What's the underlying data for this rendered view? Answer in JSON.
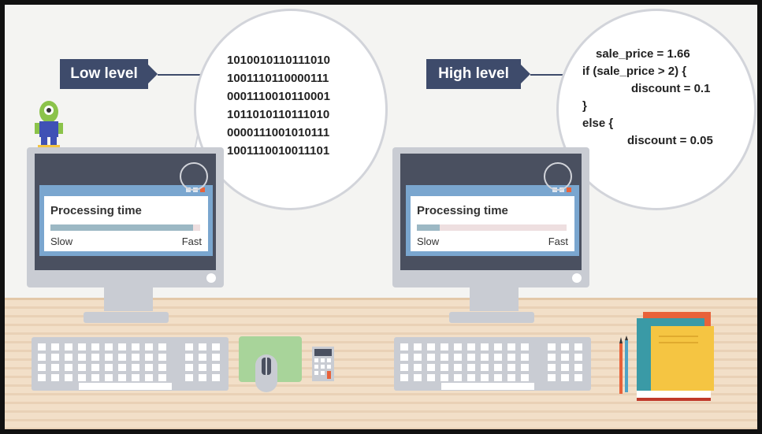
{
  "left_panel": {
    "label": "Low level",
    "code_lines": [
      "1010010110111010",
      "1001110110000111",
      "0001110010110001",
      "1011010110111010",
      "0000111001010111",
      "1001110010011101"
    ],
    "window": {
      "title": "Processing time",
      "slow_label": "Slow",
      "fast_label": "Fast",
      "progress": 0.95
    }
  },
  "right_panel": {
    "label": "High level",
    "code_lines": [
      "sale_price = 1.66",
      "if (sale_price > 2) {",
      "discount = 0.1",
      "}",
      "else {",
      "discount = 0.05",
      "}"
    ],
    "window": {
      "title": "Processing time",
      "slow_label": "Slow",
      "fast_label": "Fast",
      "progress": 0.15
    }
  },
  "colors": {
    "label_bg": "#3e4b6b",
    "progress_fill": "#9cb8c4",
    "window_frame": "#7aa6cf",
    "desk": "#f2dfc8"
  },
  "icons": [
    "robot-figurine-icon",
    "mouse-icon",
    "calculator-icon",
    "books-icon",
    "pencil-icon"
  ]
}
